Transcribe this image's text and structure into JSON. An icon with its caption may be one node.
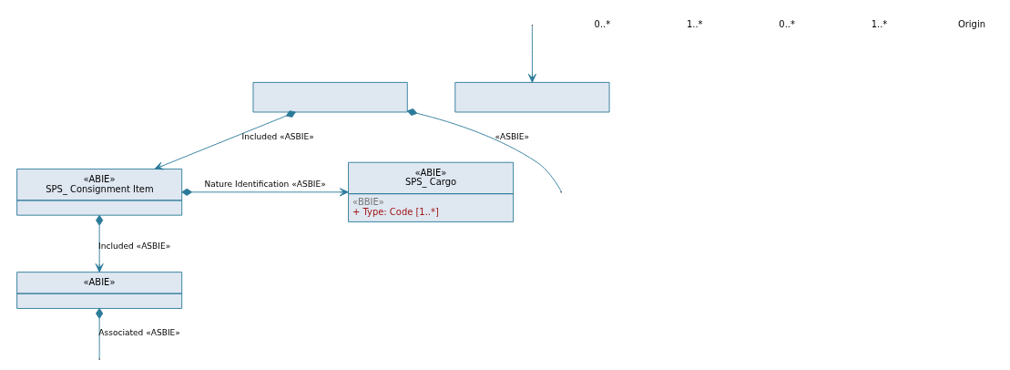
{
  "diagram": {
    "nodes": [
      {
        "text": [],
        "shape": "box"
      },
      {
        "text": [],
        "shape": "box"
      },
      {
        "text": [
          "«ABIE»",
          "SPS_ Consignment Item"
        ]
      },
      {
        "text": [
          "«ABIE»",
          "SPS_ Cargo",
          "«BBIE»",
          "+ Type: Code [1..*]"
        ]
      },
      {
        "text": [
          "«ABIE»"
        ]
      }
    ],
    "edges": [
      {
        "from": 0,
        "to": 2,
        "arrow": "to",
        "label": "Included «ASBIE»"
      },
      {
        "from": 2,
        "to": 4,
        "arrow": "to",
        "label": "Included «ASBIE»"
      },
      {
        "from": 2,
        "to": 3,
        "arrow": "to",
        "label": "Nature Identification «ASBIE»"
      },
      {
        "from": 0,
        "to": null,
        "arrow": "other",
        "label": "«ASBIE»"
      },
      {
        "from": null,
        "to": 1,
        "arrow": "to"
      },
      {
        "from": 4,
        "to": null,
        "arrow": "other",
        "label": "Associated «ASBIE»"
      }
    ],
    "labels": [
      "0..*",
      "1..*",
      "0..*",
      "1..*",
      "Origin"
    ]
  }
}
